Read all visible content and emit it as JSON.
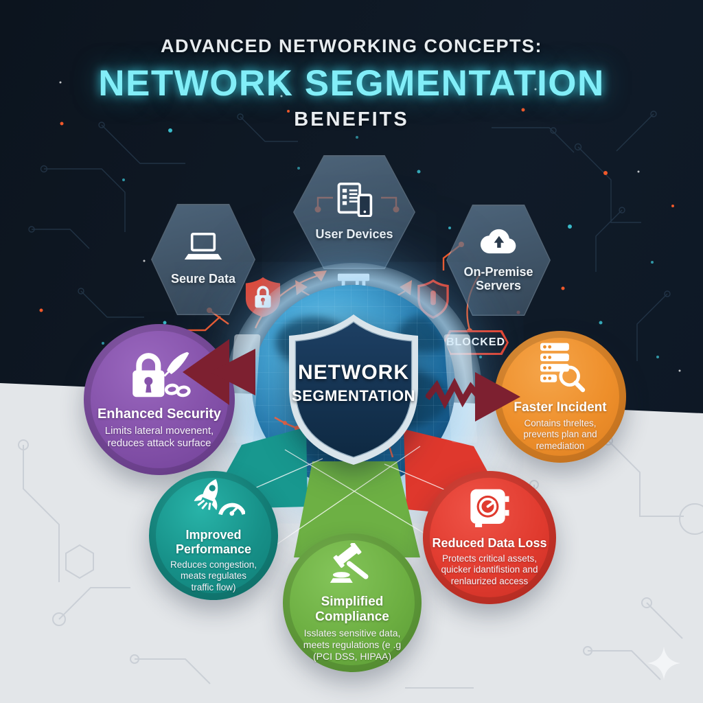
{
  "header": {
    "kicker": "ADVANCED NETWORKING CONCEPTS:",
    "title": "NETWORK SEGMENTATION",
    "subtitle": "BENEFITS"
  },
  "hexagons": {
    "secure_data": {
      "label": "Seure Data",
      "icon": "laptop-icon"
    },
    "user_devices": {
      "label": "User Devices",
      "icon": "devices-icon"
    },
    "on_premise": {
      "label": "On-Premise\nServers",
      "icon": "cloud-upload-icon"
    }
  },
  "center": {
    "shield_line1": "NETWORK",
    "shield_line2": "SEGMENTATION"
  },
  "blocked": {
    "label": "BLOCKED"
  },
  "benefits": {
    "enhanced_security": {
      "title": "Enhanced Security",
      "description": "Limits lateral movenent,\nreduces attack surface",
      "color": "#8653ab",
      "icon": "padlock-broken-chain-icon"
    },
    "improved_performance": {
      "title": "Improved Performance",
      "description": "Reduces congestion,\nmeats regulates\ntraffic flow)",
      "color": "#168f87",
      "icon": "rocket-gauge-icon"
    },
    "simplified_compliance": {
      "title": "Simplified Compliance",
      "description": "Isslates sensitive data,\nmeets regulations (e .g\n(PCI DSS, HIPAA)",
      "color": "#6cae41",
      "icon": "gavel-icon"
    },
    "reduced_data_loss": {
      "title": "Reduced Data Loss",
      "description": "Protects critical assets,\nquicker idantifistion and\nrenlaurized access",
      "color": "#e03a2e",
      "icon": "safe-dial-icon"
    },
    "faster_incident": {
      "title": "Faster Incident",
      "description": "Contains threltes,\nprevents plan and\nremediation",
      "color": "#ee8f2b",
      "icon": "server-search-icon"
    }
  },
  "colors": {
    "accent_cyan": "#82eef8",
    "dark_background": "#101b28",
    "light_background": "#e3e6e9",
    "circuit_orange": "#f0582a",
    "alert_red": "#e8432e",
    "arrow_maroon": "#7d2030"
  }
}
